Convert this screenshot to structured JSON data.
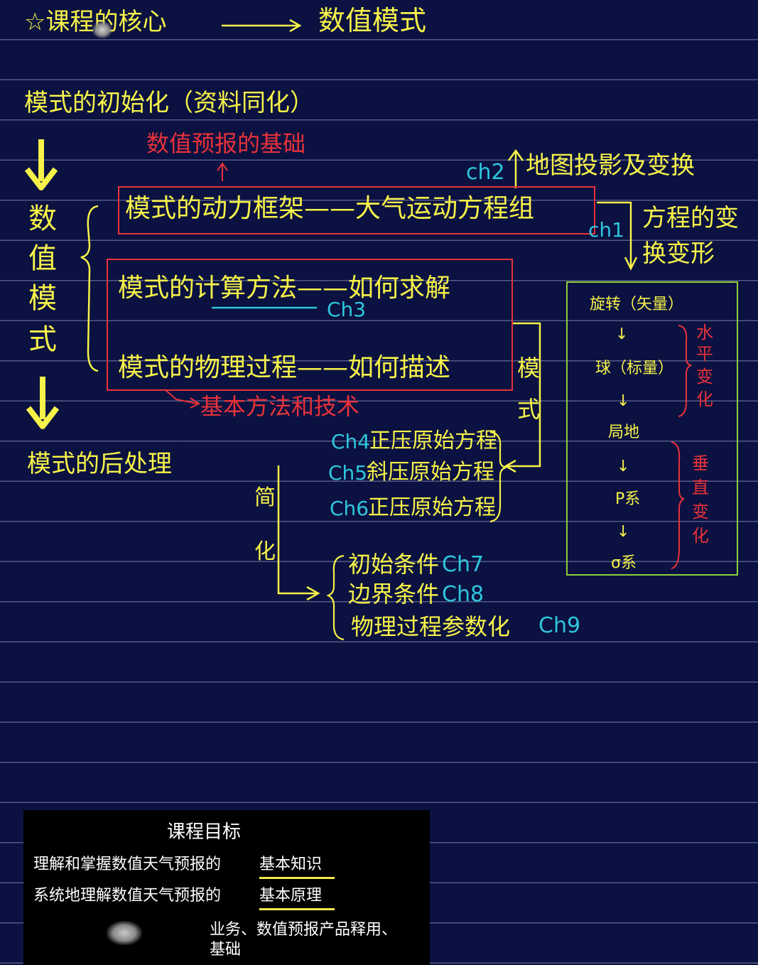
{
  "colors": {
    "yellow": "#f6f24a",
    "red": "#e8323a",
    "cyan": "#2ec6dc",
    "green": "#8ccf3e",
    "background": "#0b1140"
  },
  "header": {
    "left": "☆课程的核心",
    "right": "数值模式"
  },
  "init": "模式的初始化（资料同化）",
  "basis": "数值预报的基础",
  "side_label": [
    "数",
    "值",
    "模",
    "式"
  ],
  "box1": {
    "text": "模式的动力框架——大气运动方程组",
    "ch": "ch1"
  },
  "ch2": {
    "ch": "ch2",
    "text": "地图投影及变换"
  },
  "eq_transform": [
    "方程的变",
    "换变形"
  ],
  "box2": {
    "calc": "模式的计算方法——如何求解",
    "ch3": "Ch3",
    "phys": "模式的物理过程——如何描述"
  },
  "basic_method": "基本方法和技术",
  "moshi_vertical": [
    "模",
    "式"
  ],
  "post": "模式的后处理",
  "chapters": [
    {
      "ch": "Ch4",
      "text": "正压原始方程"
    },
    {
      "ch": "Ch5",
      "text": "斜压原始方程"
    },
    {
      "ch": "Ch6",
      "text": "正压原始方程"
    }
  ],
  "simplify": [
    "简",
    "化"
  ],
  "conditions": [
    {
      "text": "初始条件",
      "ch": "Ch7"
    },
    {
      "text": "边界条件",
      "ch": "Ch8"
    },
    {
      "text": "物理过程参数化",
      "ch": "Ch9"
    }
  ],
  "coord_flow": [
    "旋转（矢量）",
    "↓",
    "球（标量）",
    "↓",
    "局地",
    "↓",
    "P系",
    "↓",
    "σ系"
  ],
  "horizontal": [
    "水",
    "平",
    "变",
    "化"
  ],
  "vertical": [
    "垂",
    "直",
    "变",
    "化"
  ],
  "goals": {
    "title": "课程目标",
    "line1_pre": "理解和掌握数值天气预报的",
    "line1_hl": "基本知识",
    "line2_pre": "系统地理解数值天气预报的",
    "line2_hl": "基本原理",
    "line3": "业务、数值预报产品释用、",
    "line4": "基础"
  }
}
